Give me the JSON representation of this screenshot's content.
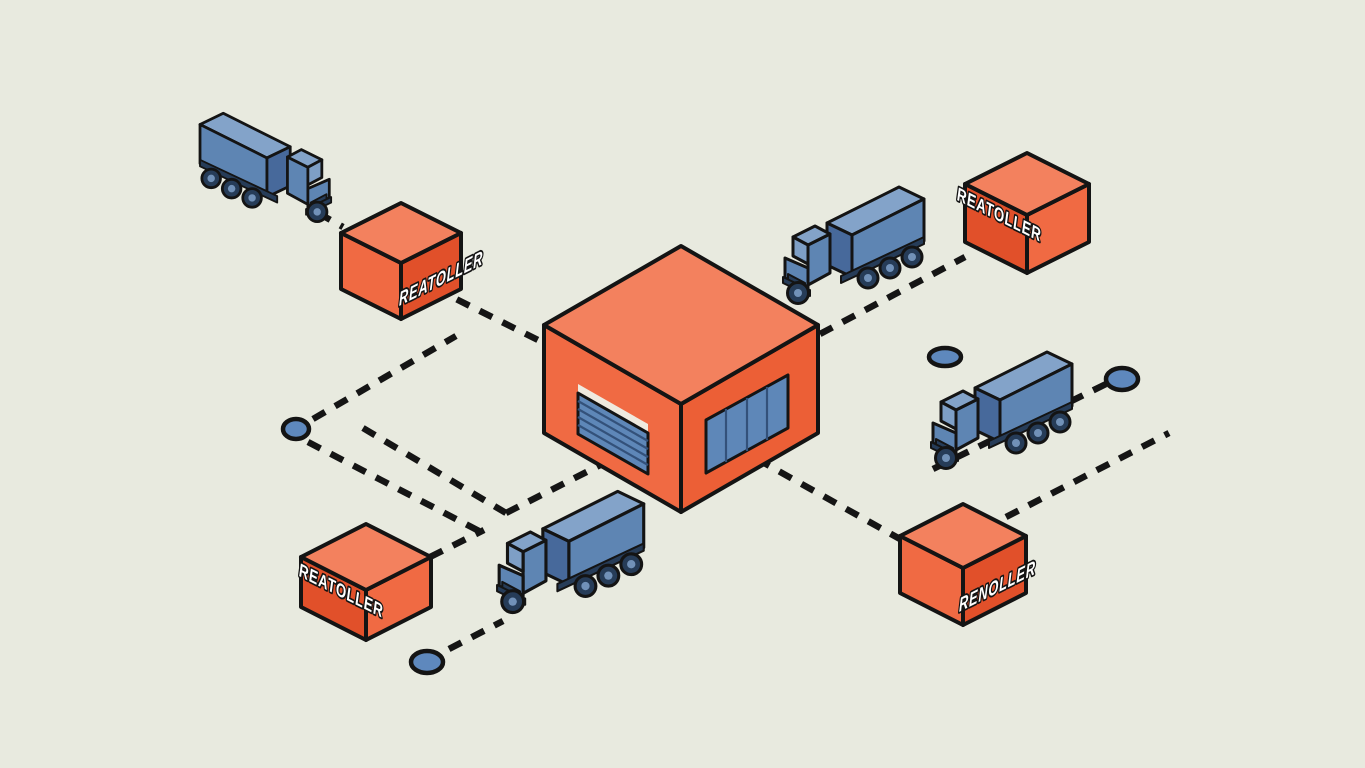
{
  "scene": {
    "background_color": "#e8eadf",
    "palette": {
      "orange_light": "#f3815e",
      "orange_mid": "#f06a43",
      "orange_dark": "#e1502a",
      "blue_light": "#83a3c9",
      "blue_mid": "#5e85b3",
      "blue_dark": "#47699b",
      "navy": "#263c58",
      "door_blue": "#5e87b8",
      "outline": "#141414",
      "node_fill": "#5e88bd",
      "label_text": "#ffffff"
    }
  },
  "labels": {
    "retailer_top_left": "REATOLLER",
    "retailer_top_right": "REATOLLER",
    "retailer_bottom_left": "REATOLLER",
    "retailer_bottom_right": "RENOLLER"
  }
}
